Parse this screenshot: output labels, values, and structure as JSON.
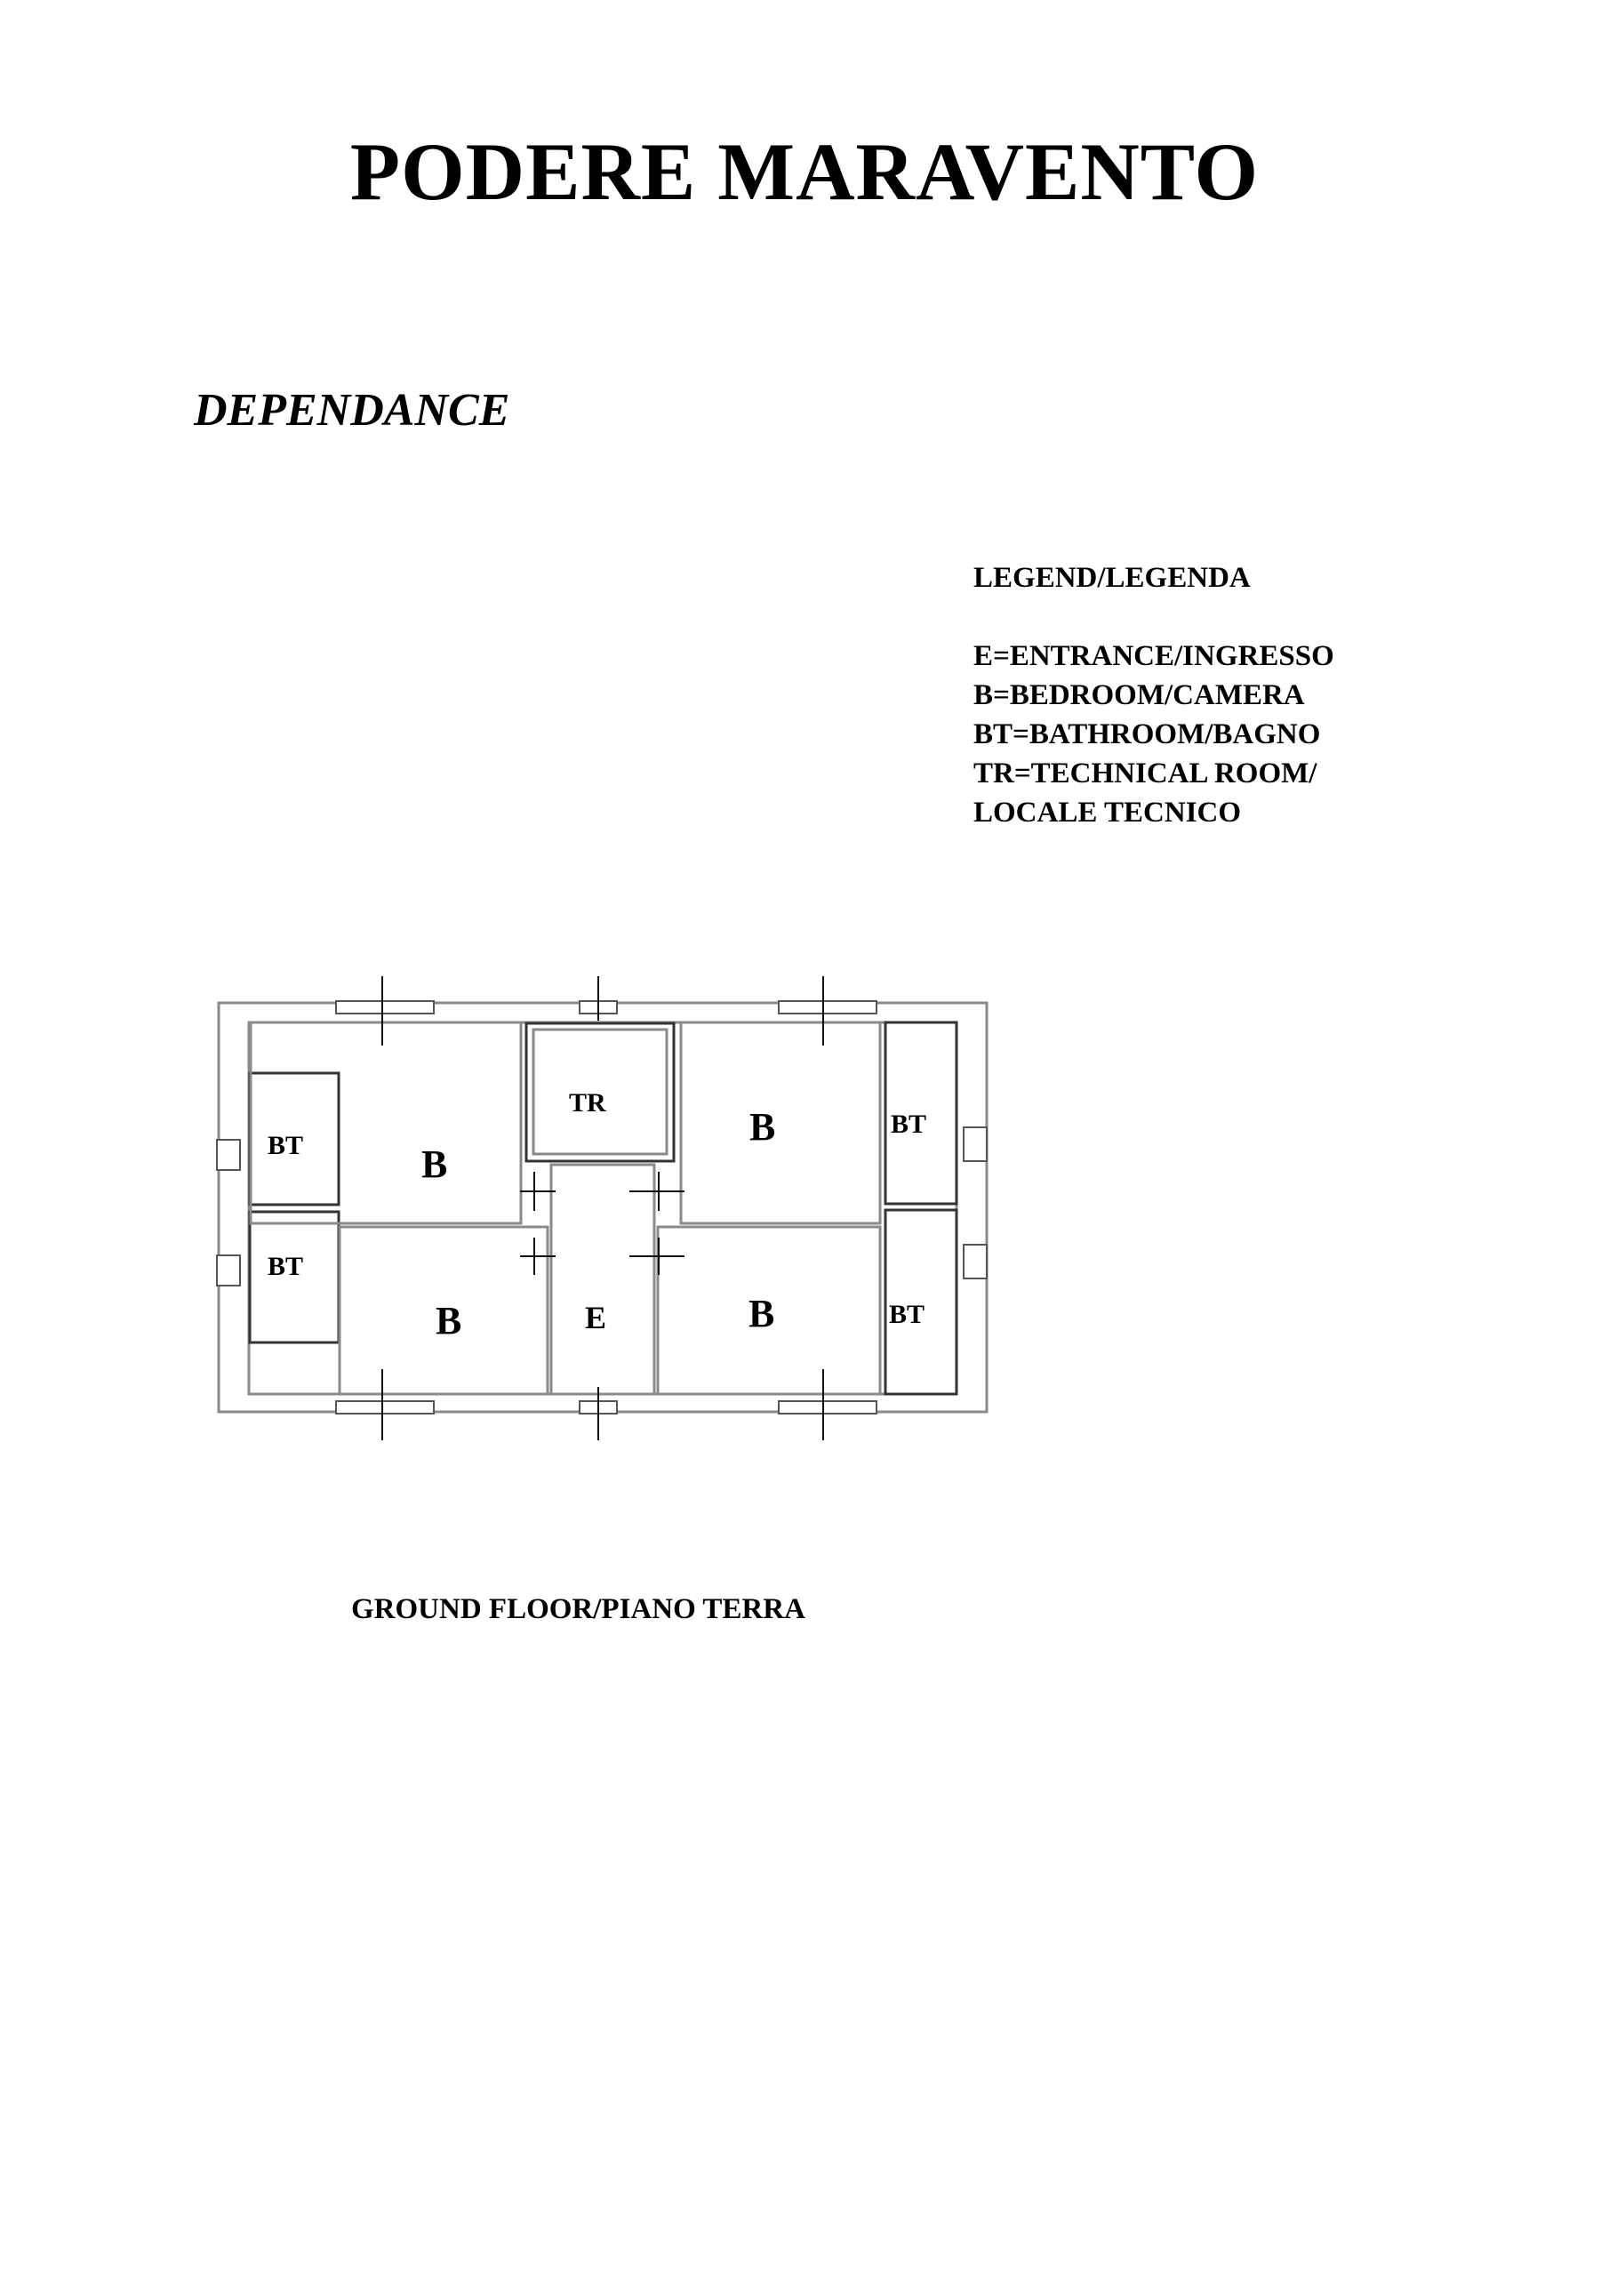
{
  "document": {
    "title": "PODERE MARAVENTO",
    "subtitle": "DEPENDANCE",
    "caption": "GROUND FLOOR/PIANO TERRA"
  },
  "legend": {
    "heading": "LEGEND/LEGENDA",
    "items": [
      "E=ENTRANCE/INGRESSO",
      "B=BEDROOM/CAMERA",
      "BT=BATHROOM/BAGNO",
      "TR=TECHNICAL ROOM/",
      "LOCALE TECNICO"
    ]
  },
  "floor_plan": {
    "rooms": {
      "bt_top_left": "BT",
      "bedroom_top_left": "B",
      "technical_room": "TR",
      "bedroom_top_right": "B",
      "bt_top_right": "BT",
      "bt_bottom_left": "BT",
      "bedroom_bottom_left": "B",
      "entrance": "E",
      "bedroom_bottom_right": "B",
      "bt_bottom_right": "BT"
    }
  }
}
